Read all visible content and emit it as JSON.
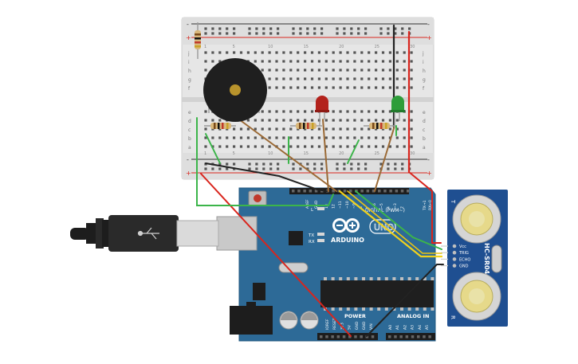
{
  "breadboard": {
    "row_letters_top": [
      "j",
      "i",
      "h",
      "g",
      "f"
    ],
    "row_letters_bottom": [
      "e",
      "d",
      "c",
      "b",
      "a"
    ],
    "column_numbers": [
      "1",
      "5",
      "10",
      "15",
      "20",
      "25",
      "30"
    ],
    "rail_plus": "+",
    "rail_minus": "-"
  },
  "arduino": {
    "logo": "ARDUINO",
    "model": "UNO",
    "digital_label": "DIGITAL (PWM~)",
    "power_label": "POWER",
    "analog_label": "ANALOG IN",
    "tx_label": "TX",
    "rx_label": "RX",
    "l_label": "L",
    "txrx_top": "TX→1",
    "rxrx_top": "RX←0",
    "aref": "AREF",
    "gnd": "GND",
    "digital_pins": [
      "13",
      "12",
      "~11",
      "~10",
      "~9",
      "8",
      "7",
      "~6",
      "~5",
      "4",
      "~3",
      "2"
    ],
    "power_pins": [
      "IOREF",
      "RESET",
      "3V3",
      "5V",
      "GND",
      "GND",
      "VIN"
    ],
    "analog_pins": [
      "A0",
      "A1",
      "A2",
      "A3",
      "A4",
      "A5"
    ]
  },
  "sensor": {
    "name": "HC-SR04",
    "pins": [
      "Vcc",
      "TRIG",
      "ECHO",
      "GND"
    ],
    "t_label": "T",
    "r_label": "R"
  },
  "colors": {
    "breadboard": "#e6e6e6",
    "arduino": "#2d6a97",
    "sensor": "#1f4f91",
    "wire_red": "#d9251d",
    "wire_green": "#3cb54a",
    "wire_brown": "#9b6a36",
    "wire_yellow": "#f2d21b",
    "wire_black": "#222222",
    "led_red": "#b3221c",
    "led_green": "#2e9d3a"
  }
}
